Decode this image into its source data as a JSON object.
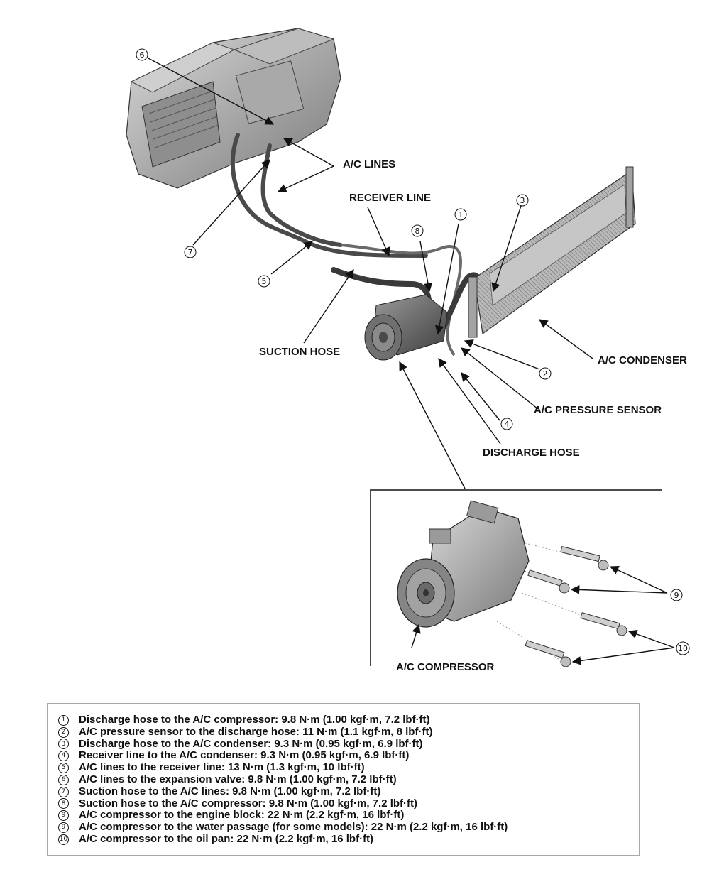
{
  "labels": {
    "ac_lines": "A/C LINES",
    "receiver_line": "RECEIVER LINE",
    "suction_hose": "SUCTION HOSE",
    "ac_condenser": "A/C CONDENSER",
    "ac_pressure_sensor": "A/C PRESSURE SENSOR",
    "discharge_hose": "DISCHARGE HOSE",
    "ac_compressor": "A/C COMPRESSOR"
  },
  "callouts": {
    "c1": "1",
    "c2": "2",
    "c3": "3",
    "c4": "4",
    "c5": "5",
    "c6": "6",
    "c7": "7",
    "c8": "8",
    "c9": "9",
    "c10": "10"
  },
  "torque_specs": [
    {
      "num": "1",
      "text": "Discharge hose to the A/C compressor: 9.8 N·m (1.00 kgf·m, 7.2 lbf·ft)"
    },
    {
      "num": "2",
      "text": "A/C pressure sensor to the discharge hose: 11 N·m (1.1 kgf·m, 8 lbf·ft)"
    },
    {
      "num": "3",
      "text": "Discharge hose to the A/C condenser: 9.3 N·m (0.95 kgf·m, 6.9 lbf·ft)"
    },
    {
      "num": "4",
      "text": "Receiver line to the A/C condenser: 9.3 N·m (0.95 kgf·m, 6.9 lbf·ft)"
    },
    {
      "num": "5",
      "text": "A/C lines to the receiver line: 13 N·m (1.3 kgf·m, 10 lbf·ft)"
    },
    {
      "num": "6",
      "text": "A/C lines to the expansion valve: 9.8 N·m (1.00 kgf·m, 7.2 lbf·ft)"
    },
    {
      "num": "7",
      "text": "Suction hose to the A/C lines: 9.8 N·m (1.00 kgf·m, 7.2 lbf·ft)"
    },
    {
      "num": "8",
      "text": "Suction hose to the A/C compressor: 9.8 N·m (1.00 kgf·m, 7.2 lbf·ft)"
    },
    {
      "num": "9",
      "text": "A/C compressor to the engine block: 22 N·m (2.2 kgf·m, 16 lbf·ft)"
    },
    {
      "num": "9",
      "text": "A/C compressor to the water passage (for some models): 22 N·m (2.2 kgf·m, 16 lbf·ft)"
    },
    {
      "num": "10",
      "text": "A/C compressor to the oil pan: 22 N·m (2.2 kgf·m, 16 lbf·ft)"
    }
  ],
  "icons": [
    "hvac-unit-icon",
    "condenser-icon",
    "compressor-icon",
    "bolt-icon"
  ]
}
